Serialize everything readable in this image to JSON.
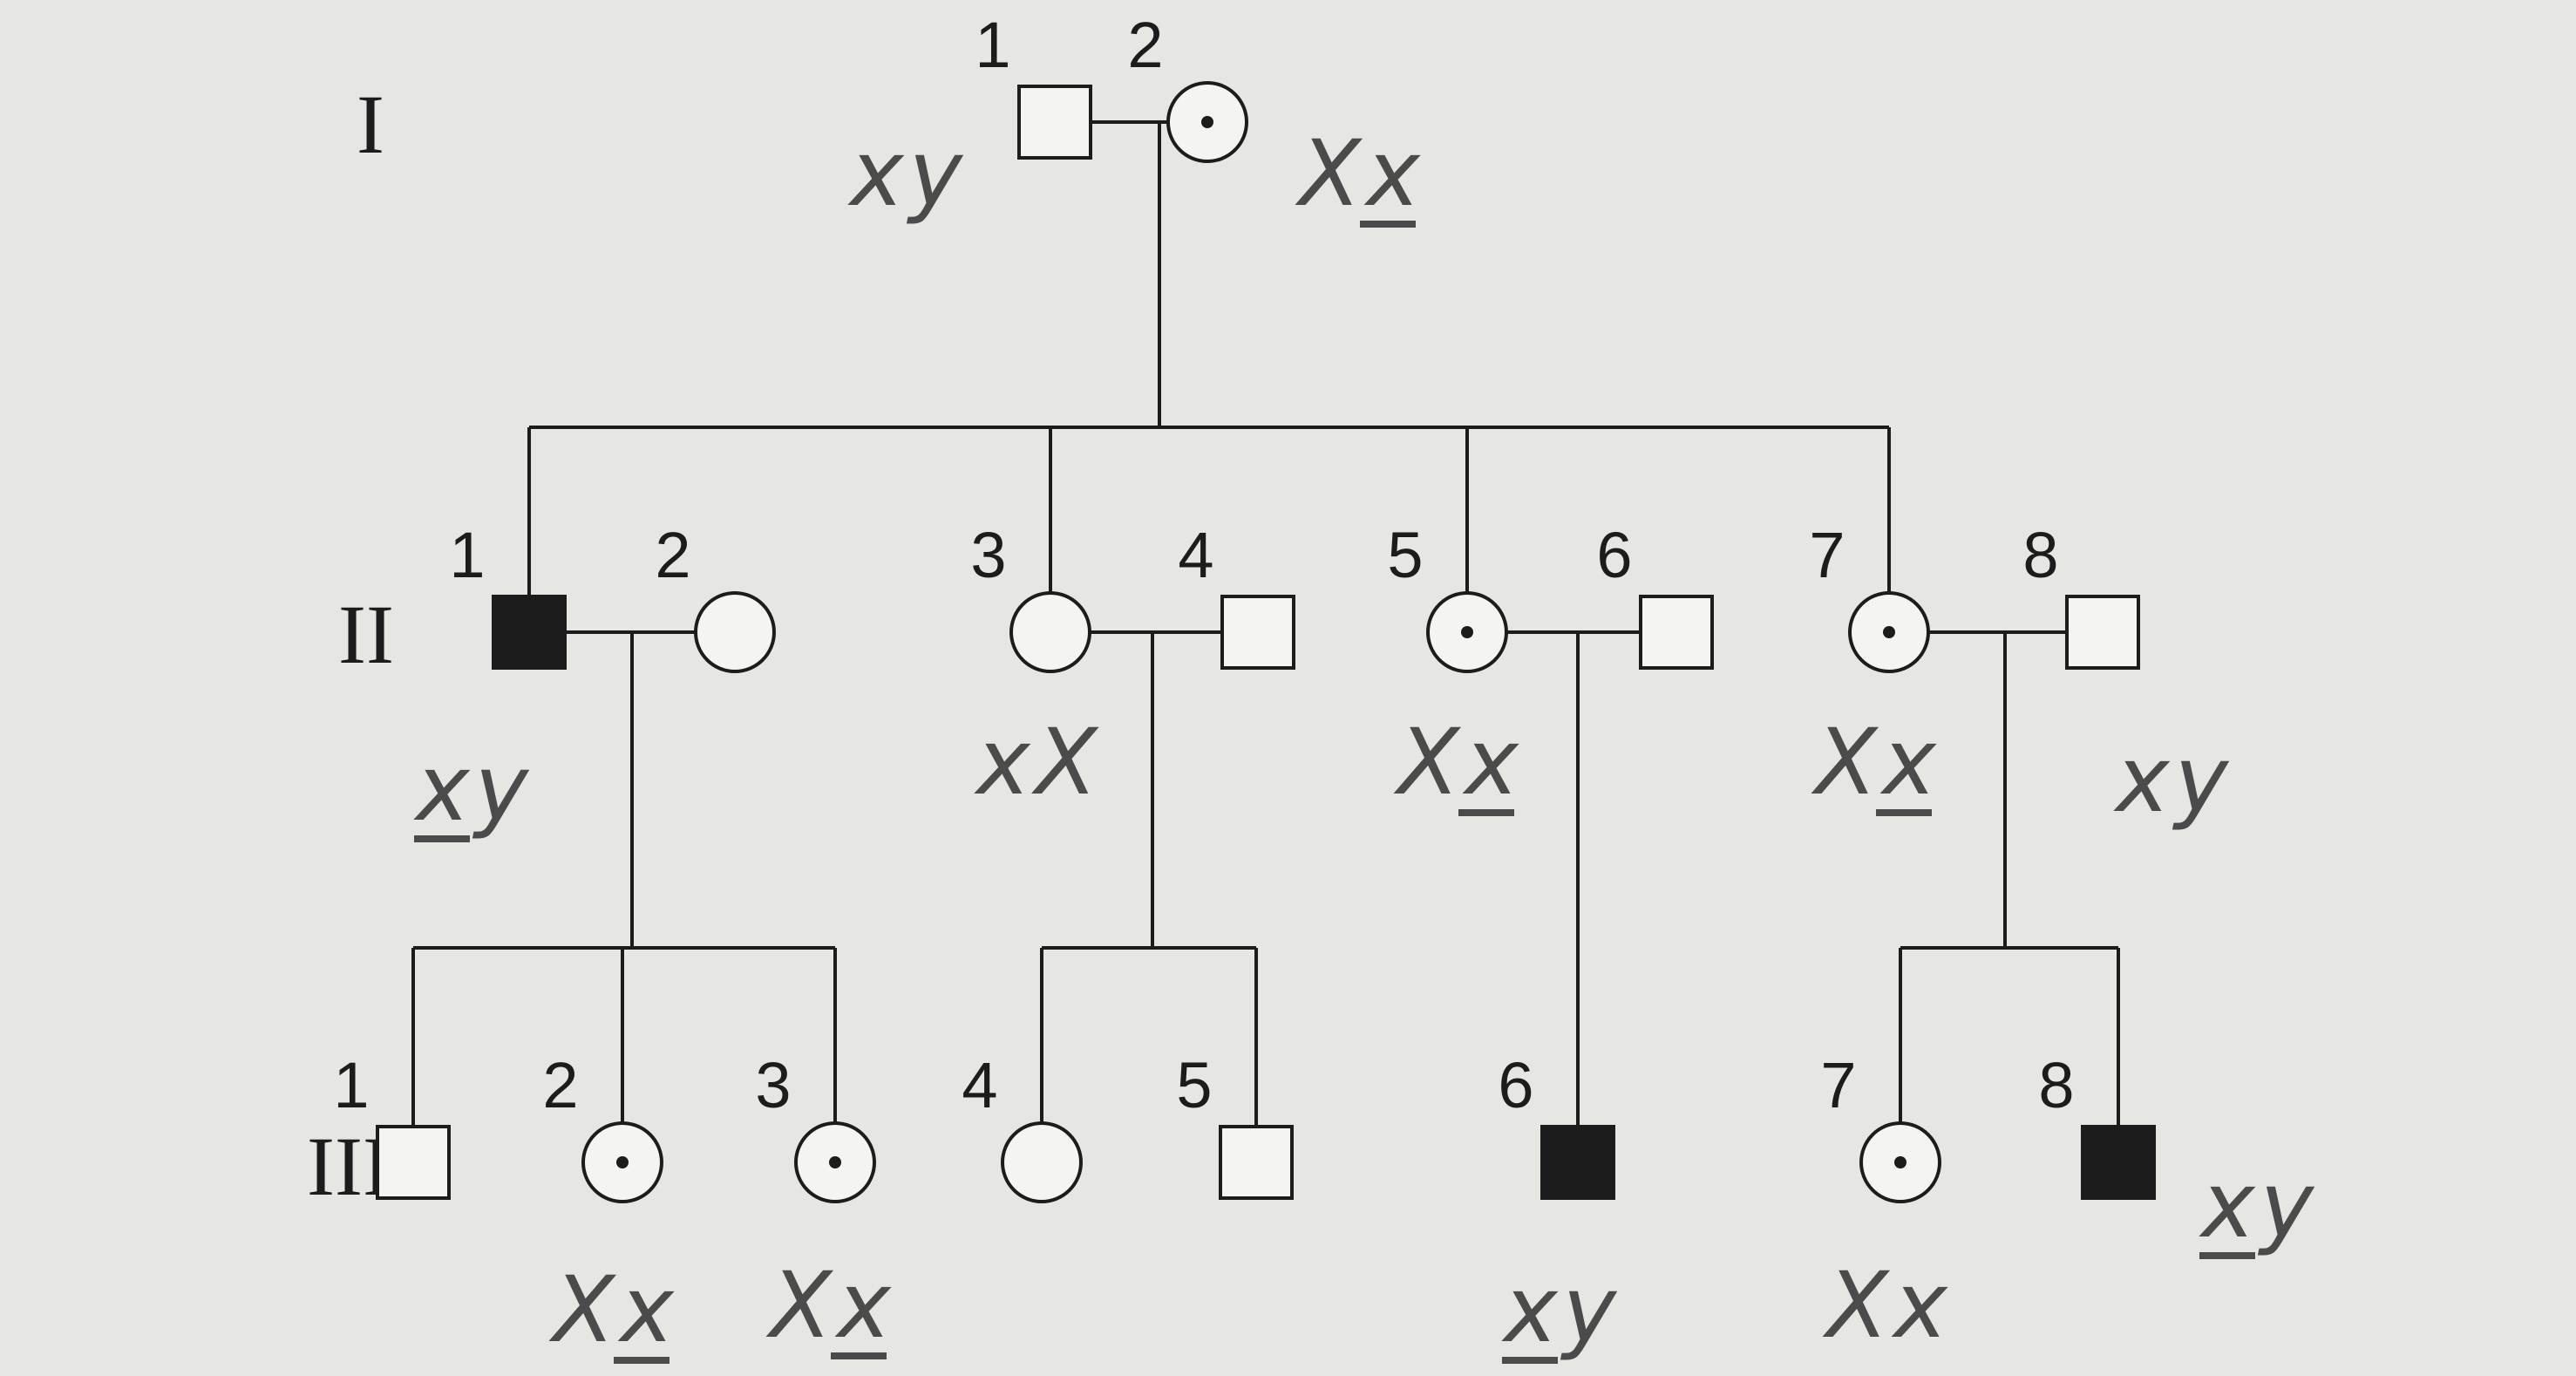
{
  "generations": [
    {
      "label": "I"
    },
    {
      "label": "II"
    },
    {
      "label": "III"
    }
  ],
  "individuals": [
    {
      "id": "I-1",
      "number": "1",
      "sex": "male",
      "status": "unaffected",
      "genotype": {
        "a": "x",
        "b": "y",
        "underline_a": false,
        "underline_b": false
      }
    },
    {
      "id": "I-2",
      "number": "2",
      "sex": "female",
      "status": "carrier",
      "genotype": {
        "a": "X",
        "b": "x",
        "underline_a": false,
        "underline_b": true
      }
    },
    {
      "id": "II-1",
      "number": "1",
      "sex": "male",
      "status": "affected",
      "genotype": {
        "a": "x",
        "b": "y",
        "underline_a": true,
        "underline_b": false
      }
    },
    {
      "id": "II-2",
      "number": "2",
      "sex": "female",
      "status": "unaffected"
    },
    {
      "id": "II-3",
      "number": "3",
      "sex": "female",
      "status": "unaffected",
      "genotype": {
        "a": "x",
        "b": "X",
        "underline_a": false,
        "underline_b": false
      }
    },
    {
      "id": "II-4",
      "number": "4",
      "sex": "male",
      "status": "unaffected"
    },
    {
      "id": "II-5",
      "number": "5",
      "sex": "female",
      "status": "carrier",
      "genotype": {
        "a": "X",
        "b": "x",
        "underline_a": false,
        "underline_b": true
      }
    },
    {
      "id": "II-6",
      "number": "6",
      "sex": "male",
      "status": "unaffected"
    },
    {
      "id": "II-7",
      "number": "7",
      "sex": "female",
      "status": "carrier",
      "genotype": {
        "a": "X",
        "b": "x",
        "underline_a": false,
        "underline_b": true
      }
    },
    {
      "id": "II-8",
      "number": "8",
      "sex": "male",
      "status": "unaffected",
      "genotype": {
        "a": "x",
        "b": "y",
        "underline_a": false,
        "underline_b": false
      }
    },
    {
      "id": "III-1",
      "number": "1",
      "sex": "male",
      "status": "unaffected"
    },
    {
      "id": "III-2",
      "number": "2",
      "sex": "female",
      "status": "carrier",
      "genotype": {
        "a": "X",
        "b": "x",
        "underline_a": false,
        "underline_b": true
      }
    },
    {
      "id": "III-3",
      "number": "3",
      "sex": "female",
      "status": "carrier",
      "genotype": {
        "a": "X",
        "b": "x",
        "underline_a": false,
        "underline_b": true
      }
    },
    {
      "id": "III-4",
      "number": "4",
      "sex": "female",
      "status": "unaffected"
    },
    {
      "id": "III-5",
      "number": "5",
      "sex": "male",
      "status": "unaffected"
    },
    {
      "id": "III-6",
      "number": "6",
      "sex": "male",
      "status": "affected",
      "genotype": {
        "a": "x",
        "b": "y",
        "underline_a": true,
        "underline_b": false
      }
    },
    {
      "id": "III-7",
      "number": "7",
      "sex": "female",
      "status": "carrier",
      "genotype": {
        "a": "X",
        "b": "x",
        "underline_a": false,
        "underline_b": false
      }
    },
    {
      "id": "III-8",
      "number": "8",
      "sex": "male",
      "status": "affected",
      "genotype": {
        "a": "x",
        "b": "y",
        "underline_a": true,
        "underline_b": false
      }
    }
  ],
  "couples": [
    {
      "partners": [
        "I-1",
        "I-2"
      ],
      "children": [
        "II-1",
        "II-3",
        "II-5",
        "II-7"
      ]
    },
    {
      "partners": [
        "II-1",
        "II-2"
      ],
      "children": [
        "III-1",
        "III-2",
        "III-3"
      ]
    },
    {
      "partners": [
        "II-3",
        "II-4"
      ],
      "children": [
        "III-4",
        "III-5"
      ]
    },
    {
      "partners": [
        "II-5",
        "II-6"
      ],
      "children": [
        "III-6"
      ]
    },
    {
      "partners": [
        "II-7",
        "II-8"
      ],
      "children": [
        "III-7",
        "III-8"
      ]
    }
  ],
  "colors": {
    "paper": "#e6e6e3",
    "ink": "#1c1c1c",
    "pencil": "#4b4b4b"
  }
}
